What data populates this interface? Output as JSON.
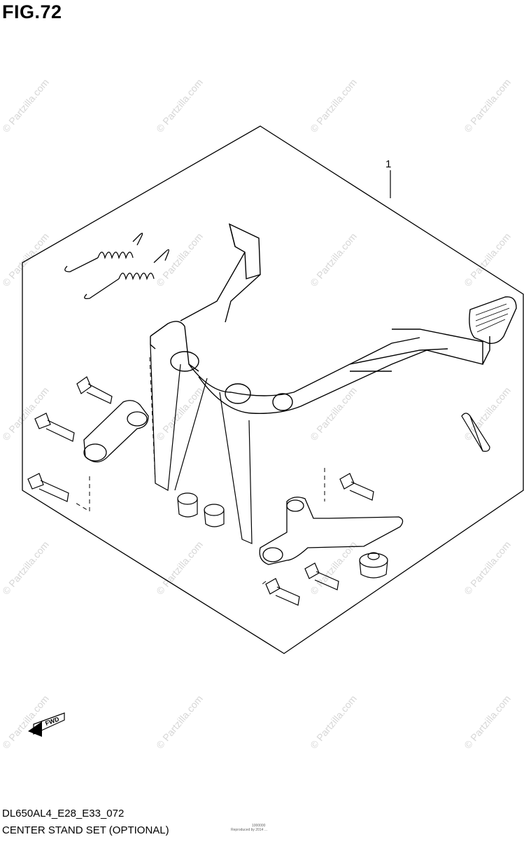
{
  "figure": {
    "title": "FIG.72",
    "model_code": "DL650AL4_E28_E33_072",
    "part_title": "CENTER STAND SET (OPTIONAL)",
    "footer_small_1": "1000000",
    "footer_small_2": "Reproduced by 2014 ...",
    "callouts": [
      {
        "number": "1"
      }
    ],
    "watermark": "© Partzilla.com",
    "fwd_label": "FWD"
  },
  "colors": {
    "line": "#000000",
    "watermark": "#d6d6d6",
    "background": "#ffffff"
  }
}
